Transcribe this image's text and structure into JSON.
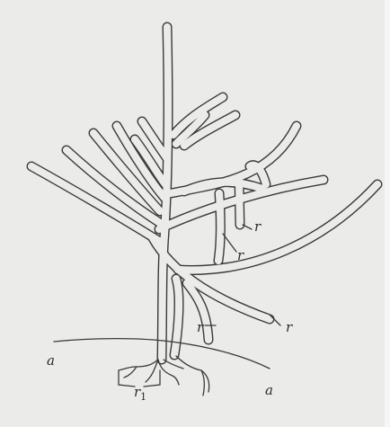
{
  "labels": {
    "r_upper": "r",
    "r_middle": "r",
    "r_lower": "r",
    "r_right": "r",
    "r1": "r",
    "r1_sub": "1",
    "a_left": "a",
    "a_right": "a"
  }
}
